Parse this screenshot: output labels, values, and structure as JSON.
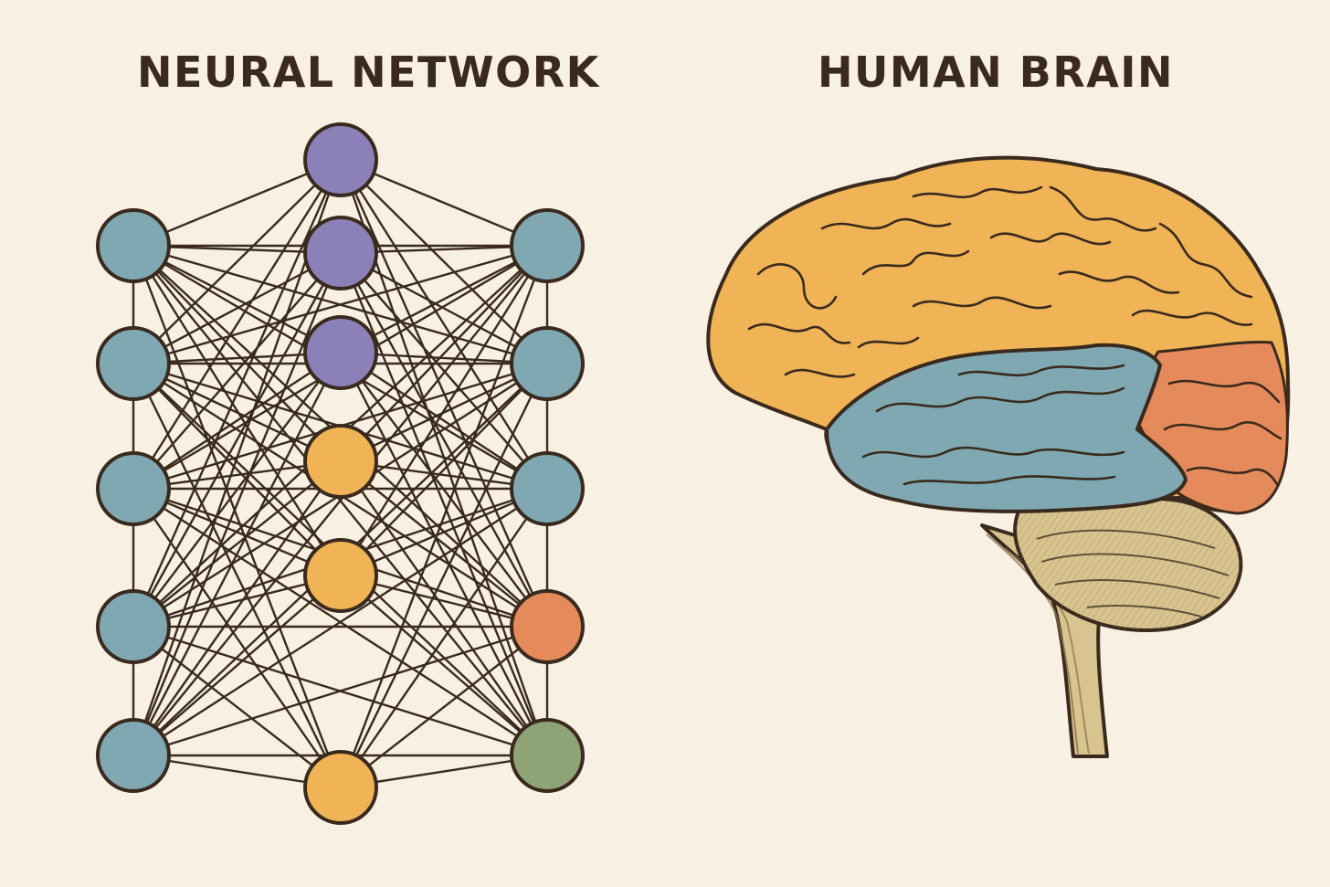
{
  "left_panel": {
    "title": "NEURAL NETWORK",
    "layers": [
      {
        "name": "input",
        "nodes": [
          "teal",
          "teal",
          "teal",
          "teal",
          "teal"
        ]
      },
      {
        "name": "hidden",
        "nodes": [
          "purple",
          "purple",
          "purple",
          "yellow",
          "yellow",
          "yellow"
        ]
      },
      {
        "name": "output",
        "nodes": [
          "teal",
          "teal",
          "teal",
          "orange",
          "green"
        ]
      }
    ]
  },
  "right_panel": {
    "title": "HUMAN BRAIN",
    "regions": [
      {
        "name": "cerebrum",
        "color_key": "yellow"
      },
      {
        "name": "temporal-lobe",
        "color_key": "teal"
      },
      {
        "name": "occipital-lobe",
        "color_key": "orange"
      },
      {
        "name": "cerebellum",
        "color_key": "tan"
      },
      {
        "name": "brain-stem",
        "color_key": "tan"
      }
    ]
  },
  "colors": {
    "background": "#f8f0e2",
    "outline": "#3a2a1e",
    "teal": "#7fa8b2",
    "purple": "#8c80b9",
    "yellow": "#f0b456",
    "orange": "#e58a5a",
    "green": "#8fa476",
    "tan": "#d9c48f"
  }
}
